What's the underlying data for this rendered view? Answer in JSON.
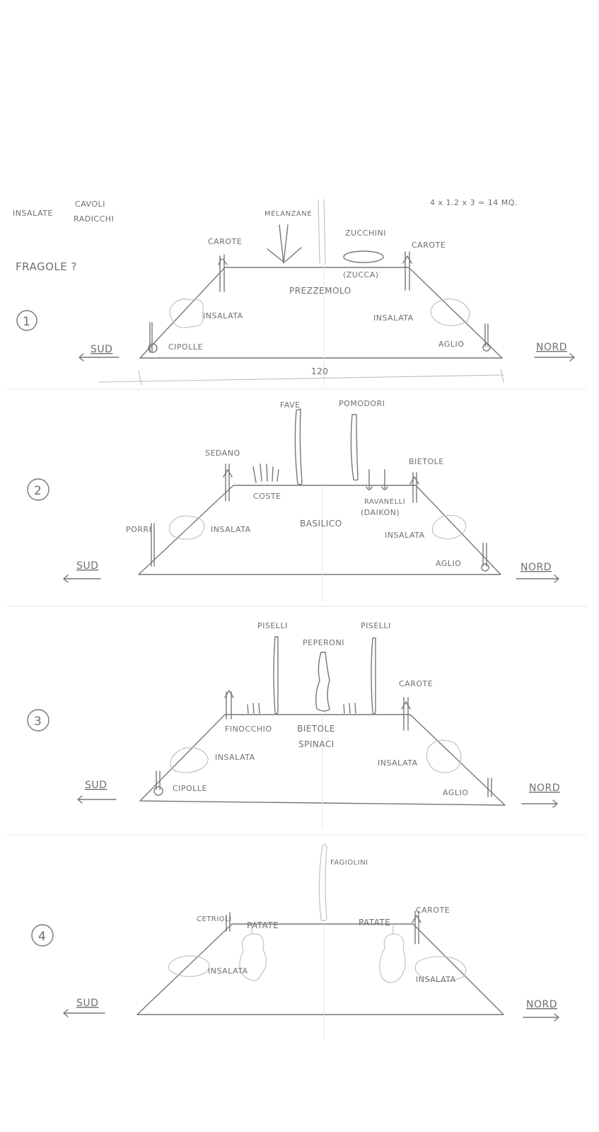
{
  "header": {
    "left_top": [
      "INSALATE",
      "CAVOLI",
      "RADICCHI"
    ],
    "fragole": "FRAGOLE ?",
    "area_note": "4 x 1.2 x 3 = 14 MQ."
  },
  "directions": {
    "south": "SUD",
    "north": "NORD"
  },
  "width_label": "120",
  "beds": [
    {
      "number": "1",
      "labels": [
        "MELANZANE",
        "ZUCCHINI",
        "(ZUCCA)",
        "CAROTE",
        "CAROTE",
        "PREZZEMOLO",
        "INSALATA",
        "INSALATA",
        "CIPOLLE",
        "AGLIO"
      ]
    },
    {
      "number": "2",
      "labels": [
        "FAVE",
        "POMODORI",
        "SEDANO",
        "COSTE",
        "BIETOLE",
        "RAVANELLI",
        "(DAIKON)",
        "PORRI",
        "INSALATA",
        "BASILICO",
        "INSALATA",
        "AGLIO"
      ]
    },
    {
      "number": "3",
      "labels": [
        "PISELLI",
        "PISELLI",
        "PEPERONI",
        "CAROTE",
        "FINOCCHIO",
        "BIETOLE",
        "SPINACI",
        "INSALATA",
        "INSALATA",
        "CIPOLLE",
        "AGLIO"
      ]
    },
    {
      "number": "4",
      "labels": [
        "FAGIOLINI",
        "CETRIOLI",
        "PATATE",
        "PATATE",
        "CAROTE",
        "INSALATA",
        "INSALATA"
      ]
    }
  ]
}
